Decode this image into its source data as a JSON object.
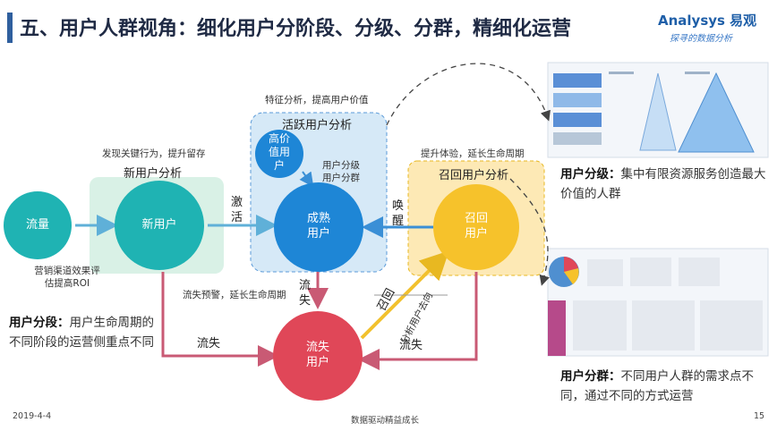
{
  "header": {
    "title": "五、用户人群视角：细化用户分阶段、分级、分群，精细化运营",
    "logo_main": "Analysys 易观",
    "logo_sub": "探寻的数据分析"
  },
  "stages": {
    "traffic": "流量",
    "new_box_title": "新用户分析",
    "new_user": "新用户",
    "active_box_title": "活跃用户分析",
    "high_value": "高价值用户",
    "mature": "成熟用户",
    "recall_box_title": "召回用户分析",
    "recall": "召回用户",
    "churn": "流失用户"
  },
  "annotations": {
    "new_top": "发现关键行为，提升留存",
    "traffic_bottom": "营销渠道效果评估提高ROI",
    "active_top": "特征分析，提高用户价值",
    "tier_group": "用户分级用户分群",
    "recall_top": "提升体验，延长生命周期",
    "churn_top": "流失预警，延长生命周期",
    "recall_path": "分析用户去向"
  },
  "edges": {
    "activate": "激活",
    "wake": "唤醒",
    "churn_left": "流失",
    "churn_mid": "流失",
    "churn_right": "流失",
    "recall": "召回"
  },
  "notes": {
    "stage_head": "用户分段：",
    "stage_body": "用户生命周期的不同阶段的运营侧重点不同",
    "tier_head": "用户分级：",
    "tier_body": "集中有限资源服务创造最大价值的人群",
    "group_head": "用户分群：",
    "group_body": "不同用户人群的需求点不同，通过不同的方式运营"
  },
  "footer": {
    "date": "2019-4-4",
    "center": "数据驱动精益成长",
    "page": "15"
  },
  "colors": {
    "teal": "#1fb3b3",
    "blue": "#1e86d6",
    "yellow": "#f6c22b",
    "red": "#e04758",
    "green_box": "#d9f1e6",
    "blue_box": "#d6e9f7",
    "yellow_box": "#fde9b5"
  }
}
